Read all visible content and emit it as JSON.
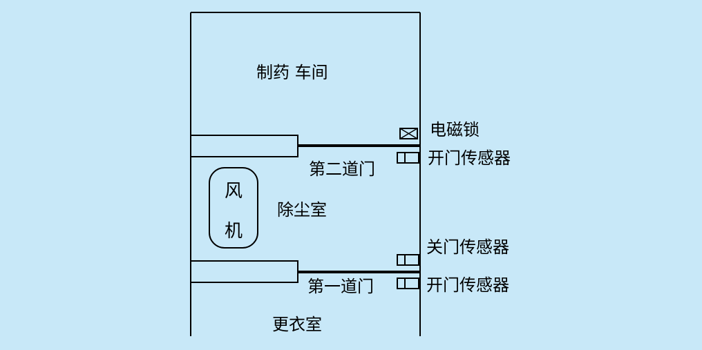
{
  "rooms": {
    "workshop": "制药 车间",
    "dust_room": "除尘室",
    "changing_room": "更衣室"
  },
  "fan": {
    "char1": "风",
    "char2": "机"
  },
  "doors": {
    "door2": "第二道门",
    "door1": "第一道门"
  },
  "devices": {
    "electromagnetic_lock": "电磁锁",
    "open_sensor_upper": "开门传感器",
    "close_sensor": "关门传感器",
    "open_sensor_lower": "开门传感器"
  },
  "colors": {
    "background": "#c8e8f8",
    "line": "#000000"
  }
}
